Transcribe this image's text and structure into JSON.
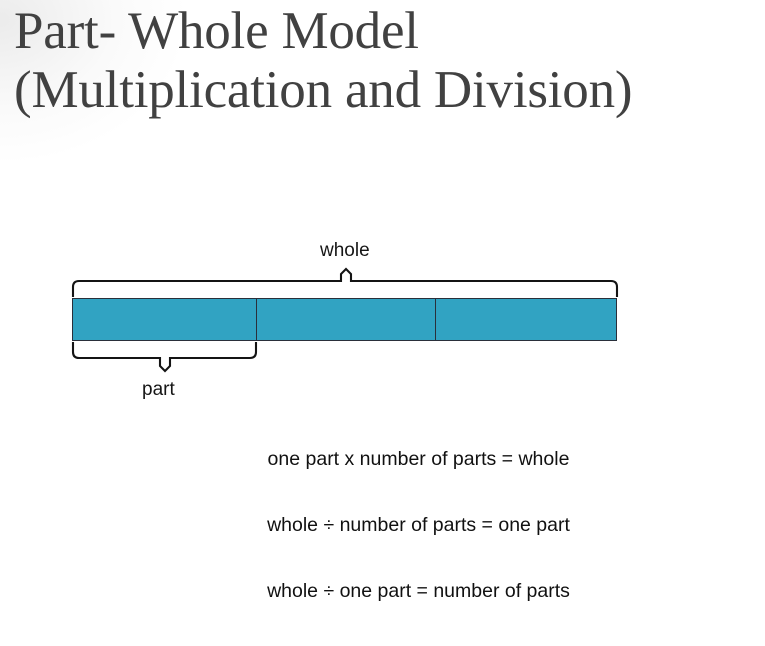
{
  "slide": {
    "title_lines": [
      "Part- Whole Model",
      "(Multiplication and Division)"
    ],
    "background_color": "#ffffff",
    "title_color": "#414141"
  },
  "diagram": {
    "type": "bar-model",
    "bar_color": "#31a3c2",
    "bar_outline_color": "#2a2f3a",
    "segment_count": 3,
    "segments": [
      {
        "index": 1,
        "label": "part",
        "width_fraction": 0.338
      },
      {
        "index": 2,
        "label": "",
        "width_fraction": 0.329
      },
      {
        "index": 3,
        "label": "",
        "width_fraction": 0.333
      }
    ],
    "top_brace": {
      "label": "whole",
      "spans_segments": [
        1,
        2,
        3
      ],
      "direction": "up"
    },
    "bottom_brace": {
      "label": "part",
      "spans_segments": [
        1
      ],
      "direction": "down"
    }
  },
  "equations": [
    "one part x number of parts = whole",
    "whole ÷ number of parts = one part",
    "whole ÷ one part = number of parts"
  ]
}
